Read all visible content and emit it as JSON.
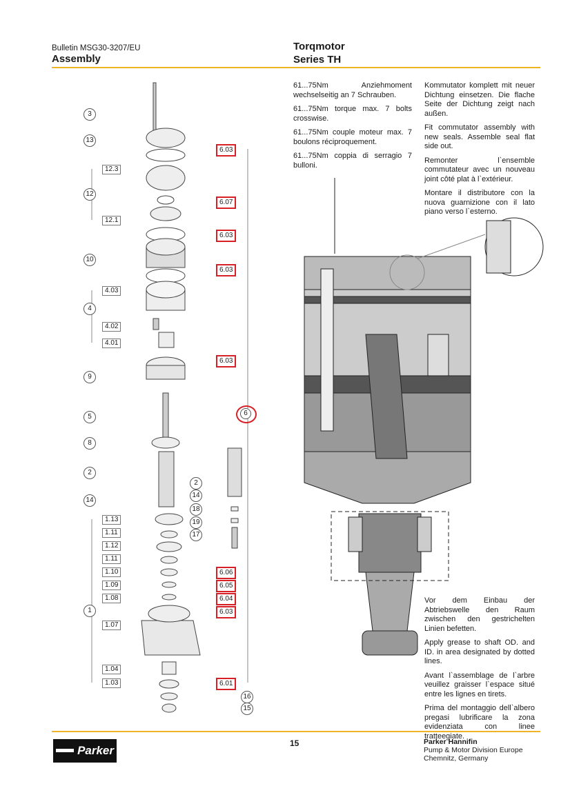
{
  "header": {
    "bulletin": "Bulletin MSG30-3207/EU",
    "section": "Assembly",
    "product": "Torqmotor",
    "series": "Series TH"
  },
  "diagram": {
    "circles": [
      "3",
      "13",
      "12",
      "10",
      "4",
      "9",
      "5",
      "8",
      "2",
      "14",
      "1",
      "2",
      "14",
      "18",
      "19",
      "17",
      "16",
      "15"
    ],
    "boxes": [
      "12.3",
      "12.1",
      "4.03",
      "4.02",
      "4.01",
      "1.13",
      "1.11",
      "1.12",
      "1.11",
      "1.10",
      "1.09",
      "1.08",
      "1.07",
      "1.04",
      "1.03"
    ],
    "red_boxes": [
      "6.03",
      "6.07",
      "6.03",
      "6.03",
      "6.03",
      "6.06",
      "6.05",
      "6.04",
      "6.03",
      "6.01"
    ],
    "red_circle": "6",
    "accent": "#d61f26"
  },
  "instructions": {
    "torque": [
      "61...75Nm Anziehmoment wechselseitig an 7 Schrauben.",
      "61...75Nm torque max. 7 bolts crosswise.",
      "61...75Nm couple moteur max. 7 boulons réciproquement.",
      "61...75Nm coppia di serragio 7 bulloni."
    ],
    "commutator": [
      "Kommutator komplett mit neuer Dichtung einsetzen. Die flache Seite der Dichtung zeigt nach außen.",
      "Fit commutator assembly with new seals. Assemble seal flat side out.",
      "Remonter l`ensemble commutateur avec un nouveau joint côté plat à l`extérieur.",
      "Montare il distributore con la nuova guarnizione con il lato piano verso l`esterno."
    ],
    "grease": [
      "Vor dem Einbau der Abtriebswelle den Raum zwischen den gestrichelten Linien befetten.",
      "Apply grease to shaft OD. and ID. in area designated by dotted lines.",
      "Avant l`assemblage de l`arbre veuillez graisser l`espace situé entre les lignes en tirets.",
      "Prima del montaggio dell`albero pregasi lubrificare la zona evidenziata con linee tratteegiate."
    ]
  },
  "footer": {
    "page": "15",
    "company": "Parker Hannifin",
    "division": "Pump & Motor Division Europe",
    "location": "Chemnitz, Germany",
    "logo_text": "Parker"
  }
}
